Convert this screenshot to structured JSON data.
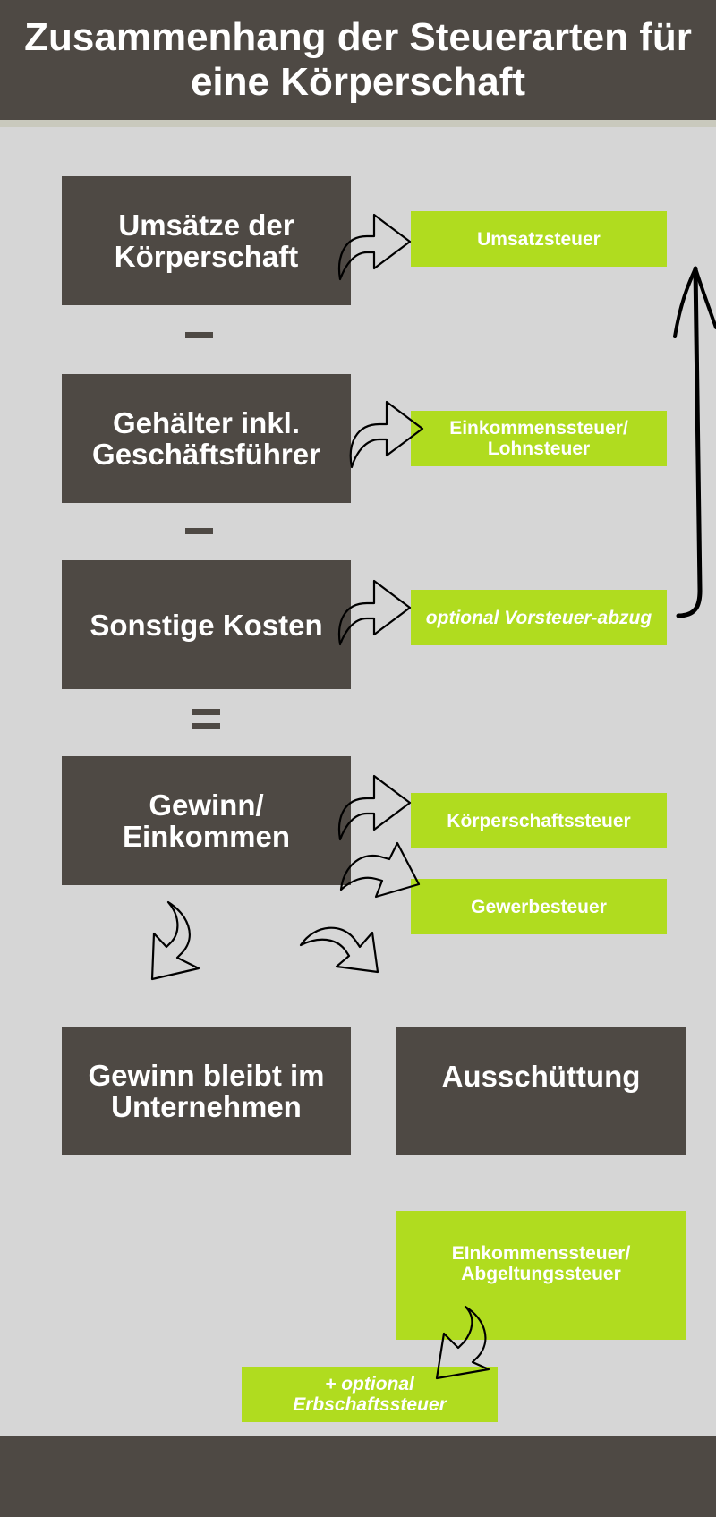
{
  "header": {
    "title": "Zusammenhang der Steuerarten für eine Körperschaft"
  },
  "boxes": {
    "umsaetze": "Umsätze der Körperschaft",
    "gehaelter": "Gehälter inkl. Geschäftsführer",
    "kosten": "Sonstige Kosten",
    "gewinn": "Gewinn/ Einkommen",
    "bleibt": "Gewinn bleibt im Unternehmen",
    "ausschuettung": "Ausschüttung"
  },
  "tags": {
    "umsatzsteuer": "Umsatzsteuer",
    "einkommen_lohn": "Einkommenssteuer/ Lohnsteuer",
    "vorsteuer": "optional Vorsteuer-abzug",
    "koerperschaft": "Körperschaftssteuer",
    "gewerbe": "Gewerbesteuer",
    "einkommen_abgeltung": "EInkommenssteuer/ Abgeltungssteuer",
    "erbschaft": "+ optional Erbschaftssteuer"
  },
  "operators": [
    "minus",
    "minus",
    "equals"
  ],
  "colors": {
    "dark_box": "#4e4944",
    "green_tag": "#b0dc1f",
    "background": "#d6d6d6",
    "header_rule": "#c9c9bd"
  }
}
